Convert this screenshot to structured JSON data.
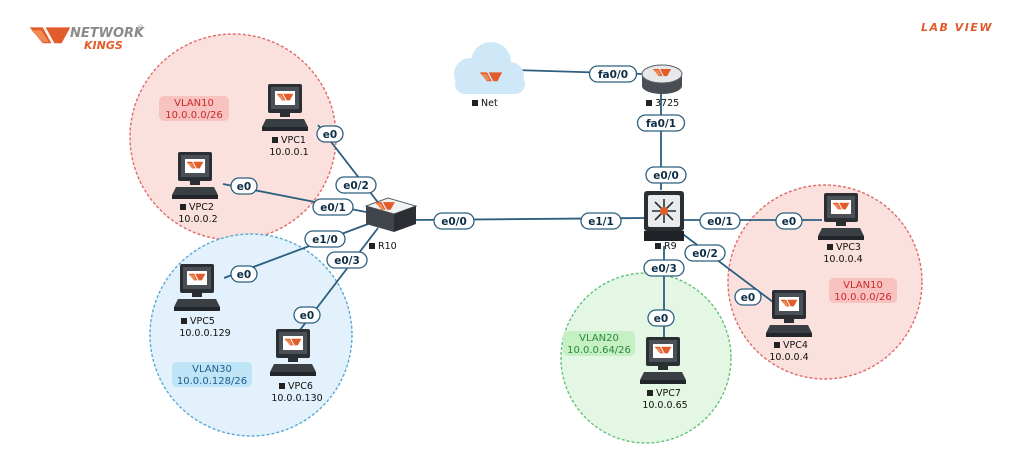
{
  "brand": {
    "logo_line1": "NETWORK",
    "logo_line2": "KINGS",
    "logo_mark": "®",
    "title": "LAB VIEW"
  },
  "colors": {
    "accent": "#e25b2a",
    "link": "#2c5f7e",
    "zone_red_fill": "#fbe1dd",
    "zone_red_stroke": "#e0696a",
    "zone_blue_fill": "#e2f1fb",
    "zone_blue_stroke": "#57a9d6",
    "zone_green_fill": "#e4f7e4",
    "zone_green_stroke": "#63c27a",
    "vlan_red_text": "#cc2a2a",
    "vlan_blue_text": "#1f5e8c",
    "vlan_green_text": "#2a8a3a"
  },
  "zones": {
    "vlan10_left": {
      "name": "VLAN10",
      "network": "10.0.0.0/26"
    },
    "vlan30": {
      "name": "VLAN30",
      "network": "10.0.0.128/26"
    },
    "vlan20": {
      "name": "VLAN20",
      "network": "10.0.0.64/26"
    },
    "vlan10_right": {
      "name": "VLAN10",
      "network": "10.0.0.0/26"
    }
  },
  "devices": {
    "net": {
      "name": "Net",
      "icon": "cloud-icon"
    },
    "r3725": {
      "name": "3725",
      "icon": "router-icon"
    },
    "r10": {
      "name": "R10",
      "icon": "switch-icon"
    },
    "r9": {
      "name": "R9",
      "icon": "multilayer-switch-icon"
    },
    "vpc1": {
      "name": "VPC1",
      "ip": "10.0.0.1",
      "icon": "computer-icon"
    },
    "vpc2": {
      "name": "VPC2",
      "ip": "10.0.0.2",
      "icon": "computer-icon"
    },
    "vpc3": {
      "name": "VPC3",
      "ip": "10.0.0.4",
      "icon": "computer-icon"
    },
    "vpc4": {
      "name": "VPC4",
      "ip": "10.0.0.4",
      "icon": "computer-icon"
    },
    "vpc5": {
      "name": "VPC5",
      "ip": "10.0.0.129",
      "icon": "computer-icon"
    },
    "vpc6": {
      "name": "VPC6",
      "ip": "10.0.0.130",
      "icon": "computer-icon"
    },
    "vpc7": {
      "name": "VPC7",
      "ip": "10.0.0.65",
      "icon": "computer-icon"
    }
  },
  "interfaces": {
    "net_3725": "fa0/0",
    "r3725_down": "fa0/1",
    "r9_up": "e0/0",
    "r9_left": "e1/1",
    "r10_right": "e0/0",
    "r10_vpc1": "e0/2",
    "r10_vpc2": "e0/1",
    "r10_vpc5": "e1/0",
    "r10_vpc6": "e0/3",
    "vpc1_e": "e0",
    "vpc2_e": "e0",
    "vpc5_e": "e0",
    "vpc6_e": "e0",
    "r9_vpc3": "e0/1",
    "r9_vpc4": "e0/2",
    "r9_vpc7": "e0/3",
    "vpc3_e": "e0",
    "vpc4_e": "e0",
    "vpc7_e": "e0"
  }
}
